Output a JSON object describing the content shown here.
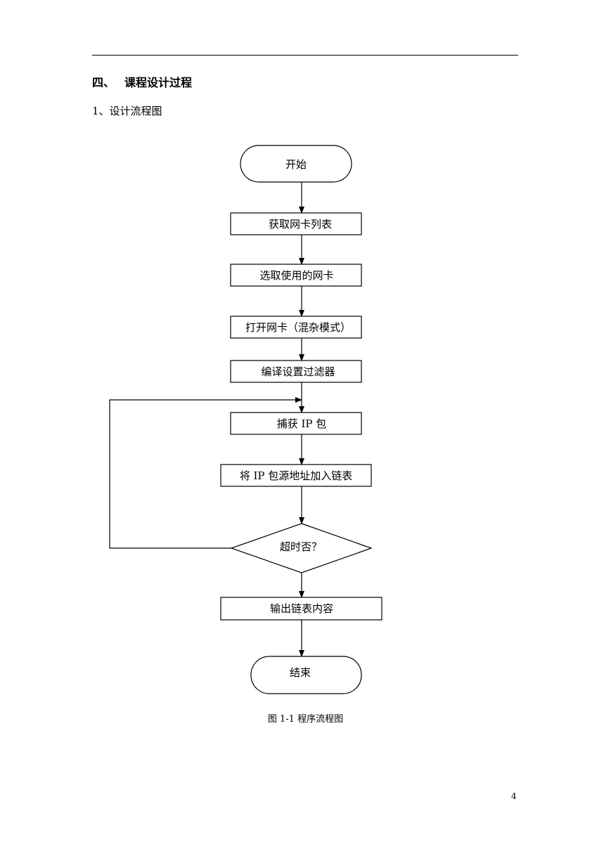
{
  "document": {
    "section_number": "四、",
    "section_title": "课程设计过程",
    "subsection": "1、设计流程图",
    "caption": "图 1-1  程序流程图",
    "page_number": "4"
  },
  "flowchart": {
    "start": "开始",
    "steps": [
      "获取网卡列表",
      "选取使用的网卡",
      "打开网卡（混杂模式）",
      "编译设置过滤器",
      "捕获 IP 包",
      "将 IP  包源地址加入链表"
    ],
    "decision": "超时否？",
    "output": "输出链表内容",
    "end": "结束"
  }
}
